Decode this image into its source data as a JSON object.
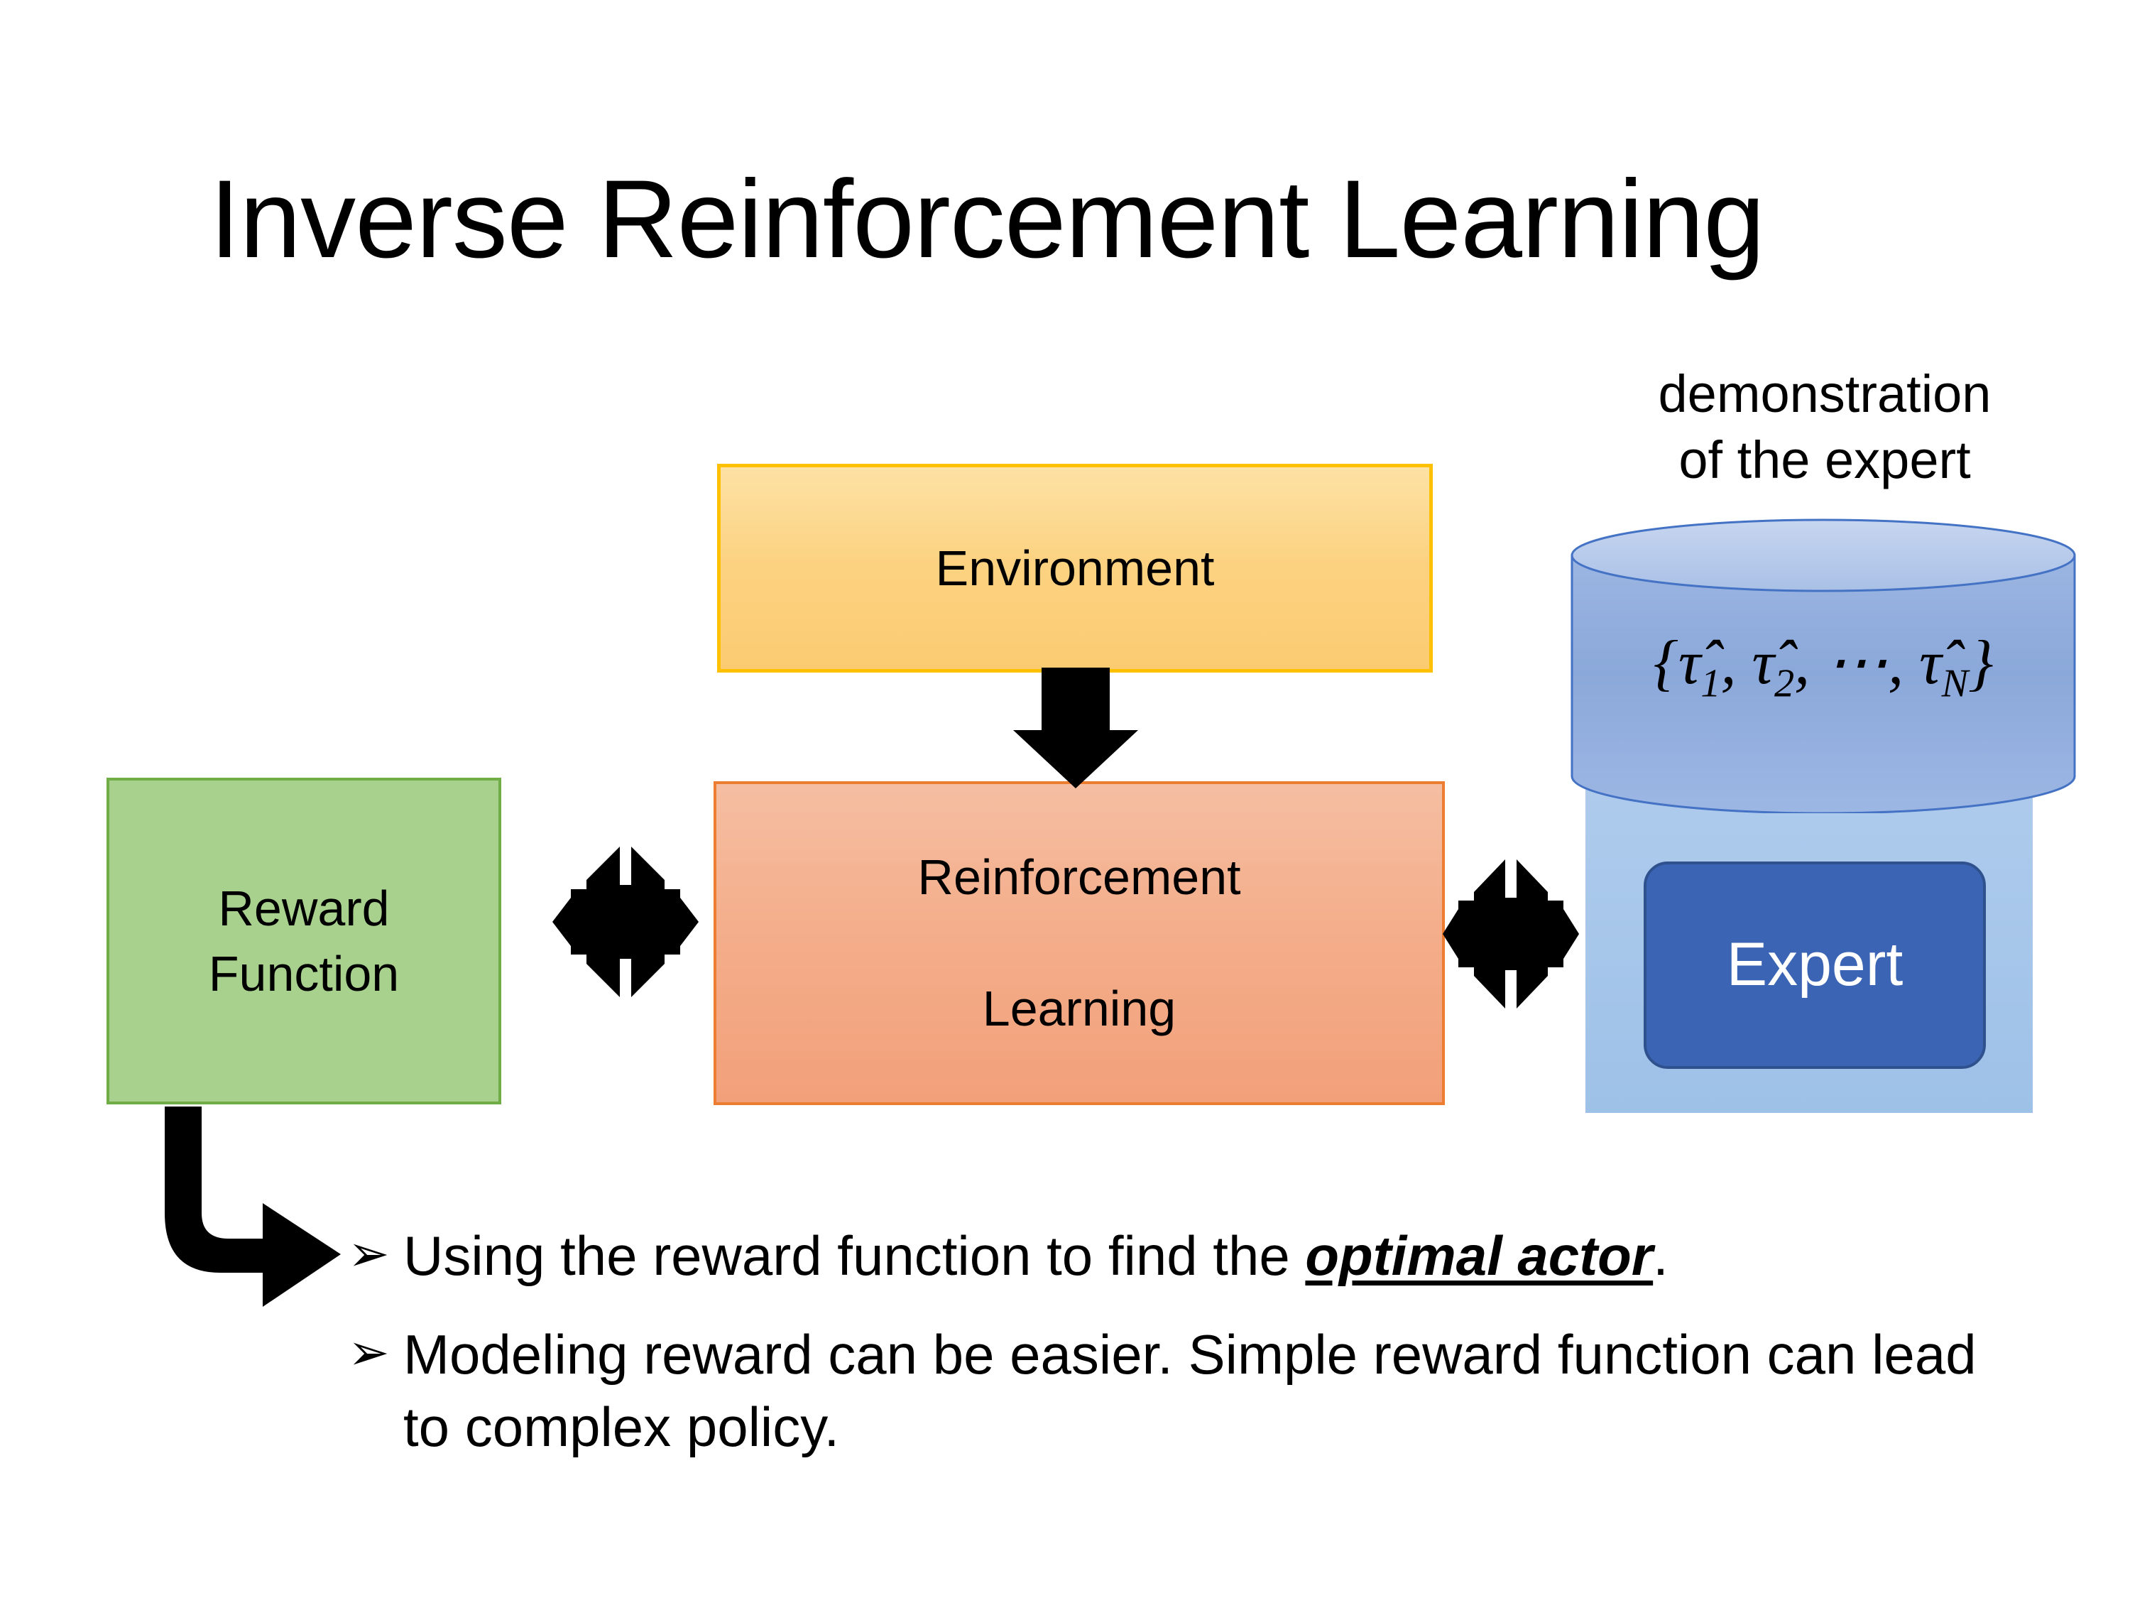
{
  "slide": {
    "title": "Inverse Reinforcement Learning",
    "background_color": "#FFFFFF"
  },
  "diagram": {
    "nodes": [
      {
        "id": "environment",
        "label": "Environment",
        "fill_color": "#FCD281",
        "border_color": "#FFC000",
        "text_color": "#000000"
      },
      {
        "id": "reward_function",
        "label": "Reward\nFunction",
        "fill_color": "#A9D18E",
        "border_color": "#70AD47",
        "text_color": "#000000"
      },
      {
        "id": "reinforcement_learning",
        "label": "Reinforcement\n\nLearning",
        "fill_color": "#F4AE8B",
        "border_color": "#ED7D31",
        "text_color": "#000000"
      },
      {
        "id": "expert",
        "label": "Expert",
        "fill_color": "#3B65B4",
        "border_color": "#2F528F",
        "text_color": "#FFFFFF"
      }
    ],
    "demonstration_label": "demonstration\nof the expert",
    "database": {
      "caption_open_brace": "{",
      "symbol": "τ̂",
      "items": [
        "1",
        "2",
        "N"
      ],
      "ellipsis": "⋯",
      "caption_close_brace": "}",
      "full_text": "{τ̂1, τ̂2, ⋯, τ̂N}",
      "cylinder_fill_color": "#8FAADC",
      "cylinder_top_color": "#B4C7E7",
      "cylinder_border_color": "#4472C4",
      "backing_fill_color": "#9EC1E8"
    },
    "connectors": [
      {
        "id": "env-to-rl",
        "type": "down-arrow",
        "color": "#000000"
      },
      {
        "id": "reward-rl-link",
        "type": "quad-arrow",
        "color": "#000000"
      },
      {
        "id": "rl-expert-link",
        "type": "quad-arrow",
        "color": "#000000"
      },
      {
        "id": "reward-to-bullet",
        "type": "bent-arrow",
        "color": "#000000"
      }
    ]
  },
  "bullets": {
    "marker": "➢",
    "items": [
      {
        "prefix": "Using the reward function to find the ",
        "emphasis": "optimal actor",
        "suffix": "."
      },
      {
        "prefix": "Modeling reward can be easier. Simple reward function can lead to complex policy.",
        "emphasis": "",
        "suffix": ""
      }
    ]
  }
}
